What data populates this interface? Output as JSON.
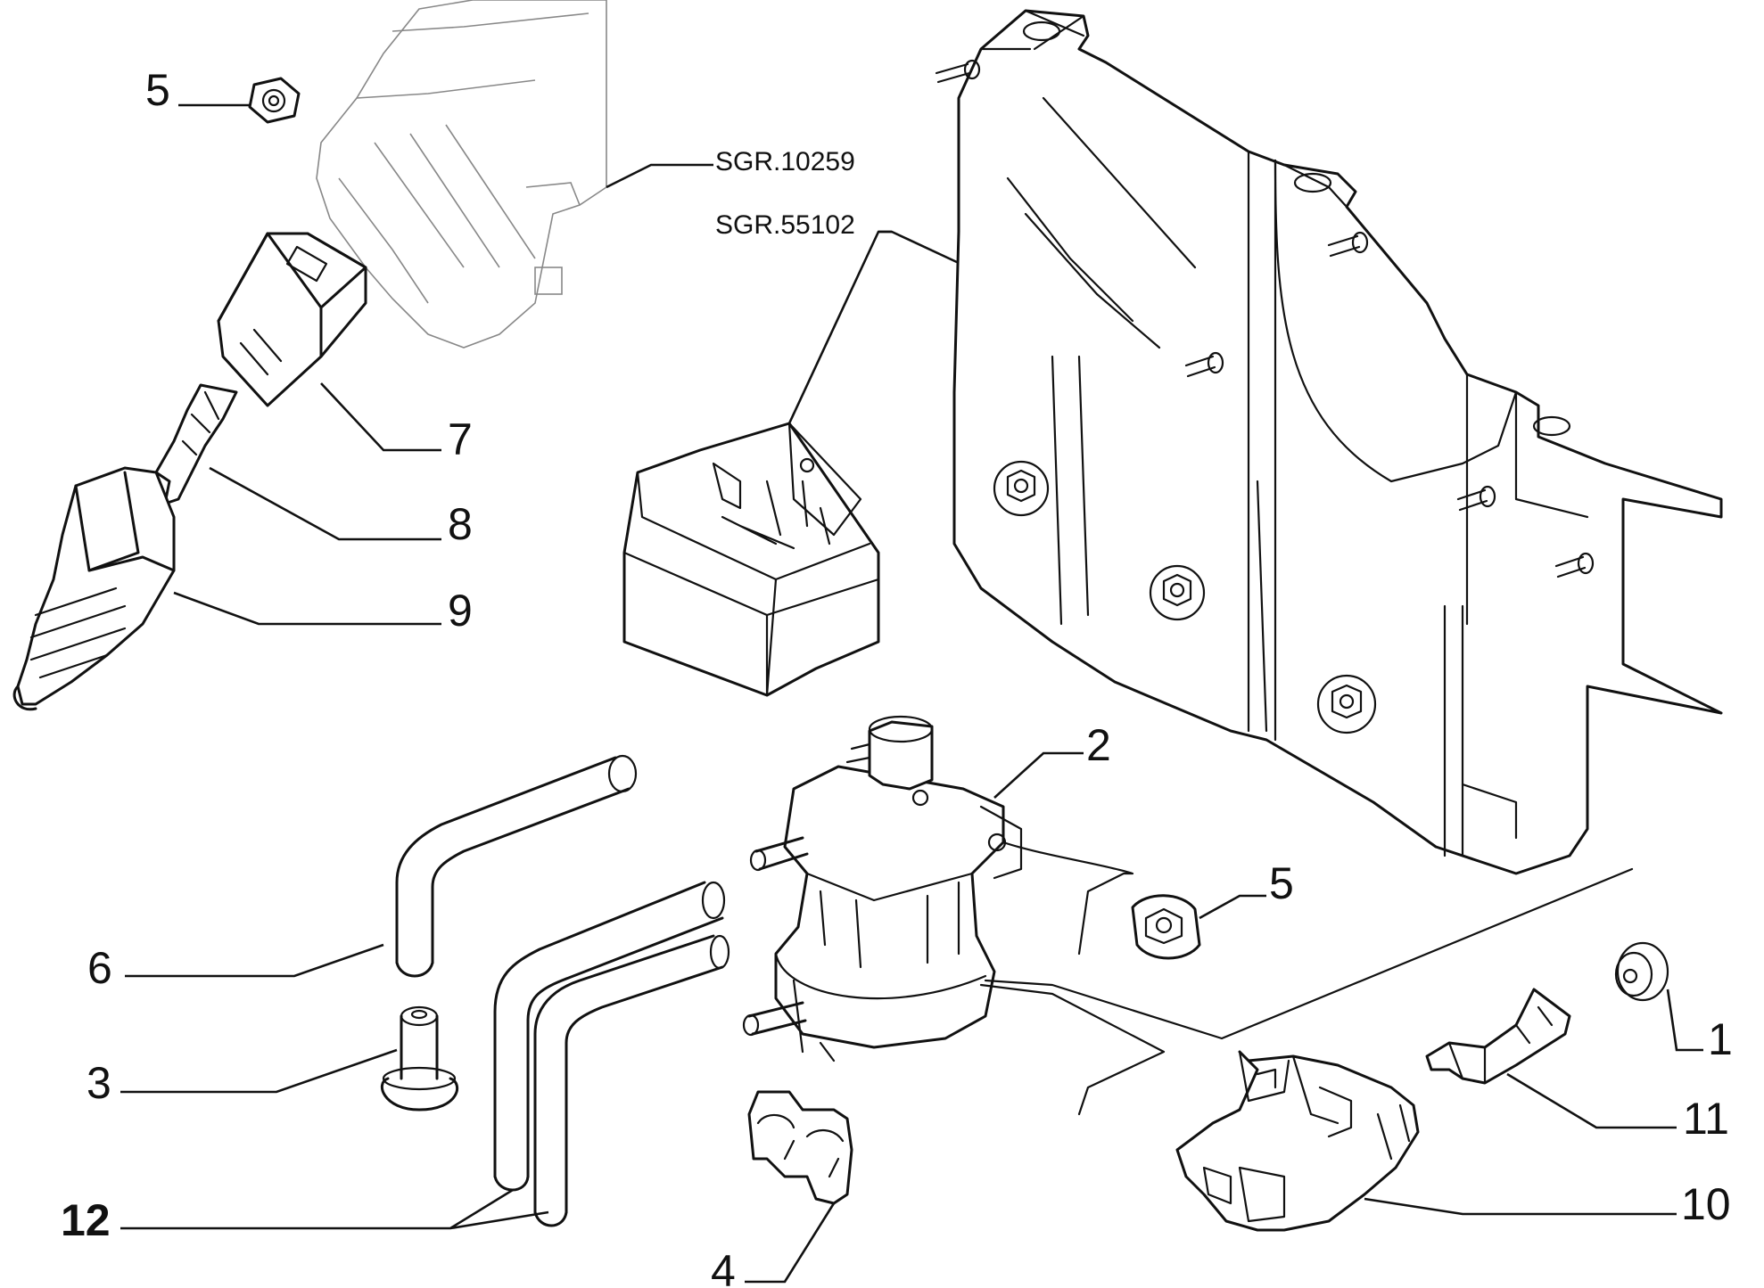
{
  "references": {
    "sgr_top": "SGR.10259",
    "sgr_bottom": "SGR.55102"
  },
  "callouts": {
    "c5_top": "5",
    "c7": "7",
    "c8": "8",
    "c9": "9",
    "c2": "2",
    "c5_mid": "5",
    "c6": "6",
    "c3": "3",
    "c12": "12",
    "c4": "4",
    "c1": "1",
    "c11": "11",
    "c10": "10"
  }
}
